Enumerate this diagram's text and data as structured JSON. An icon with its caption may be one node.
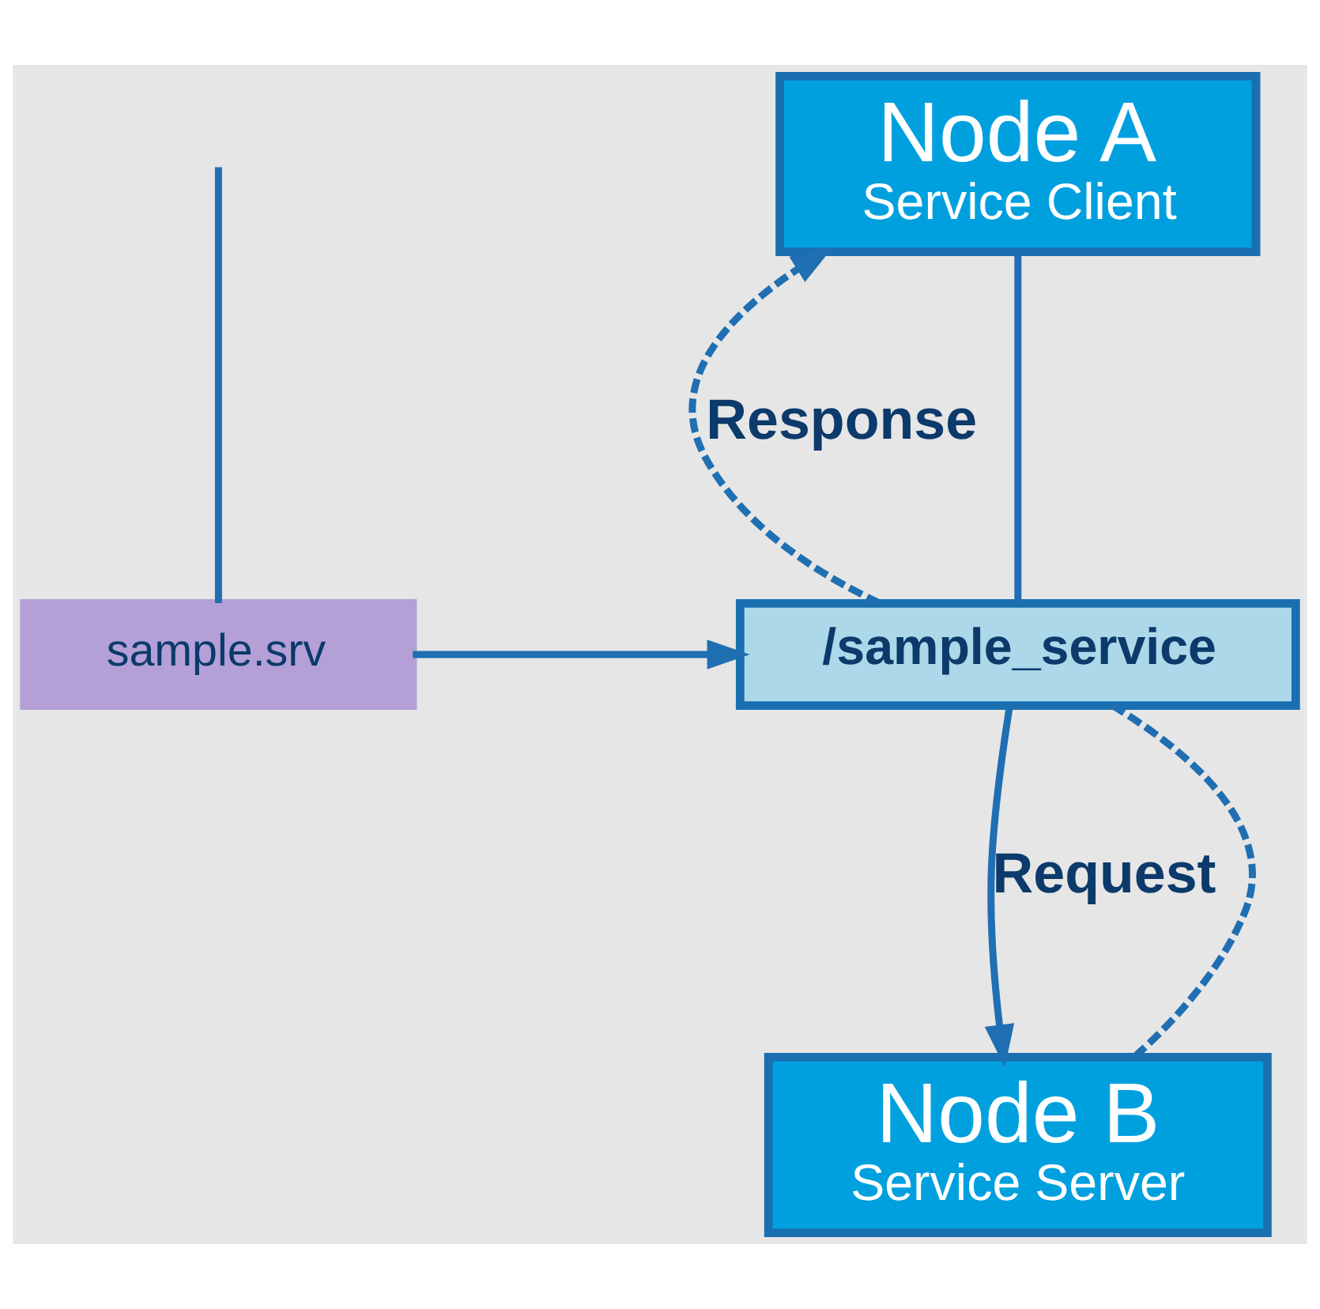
{
  "diagram": {
    "nodes": [
      {
        "text": [
          "Node A",
          "Service Client"
        ]
      },
      {
        "text": [
          "/sample_service"
        ]
      },
      {
        "text": [
          "Node B",
          "Service Server"
        ]
      },
      {
        "text": [
          "sample.srv"
        ]
      }
    ],
    "edges": [
      {
        "from": 0,
        "to": 1,
        "arrow": "none"
      },
      {
        "from": 1,
        "to": 0,
        "arrow": "to",
        "style": "dashed",
        "label": "Response"
      },
      {
        "from": 1,
        "to": 2,
        "arrow": "to",
        "label": "Request"
      },
      {
        "from": 2,
        "to": 1,
        "arrow": "none",
        "style": "dashed"
      },
      {
        "from": 3,
        "to": 1,
        "arrow": "to"
      },
      {
        "from": null,
        "to": 3,
        "arrow": "none"
      }
    ]
  }
}
